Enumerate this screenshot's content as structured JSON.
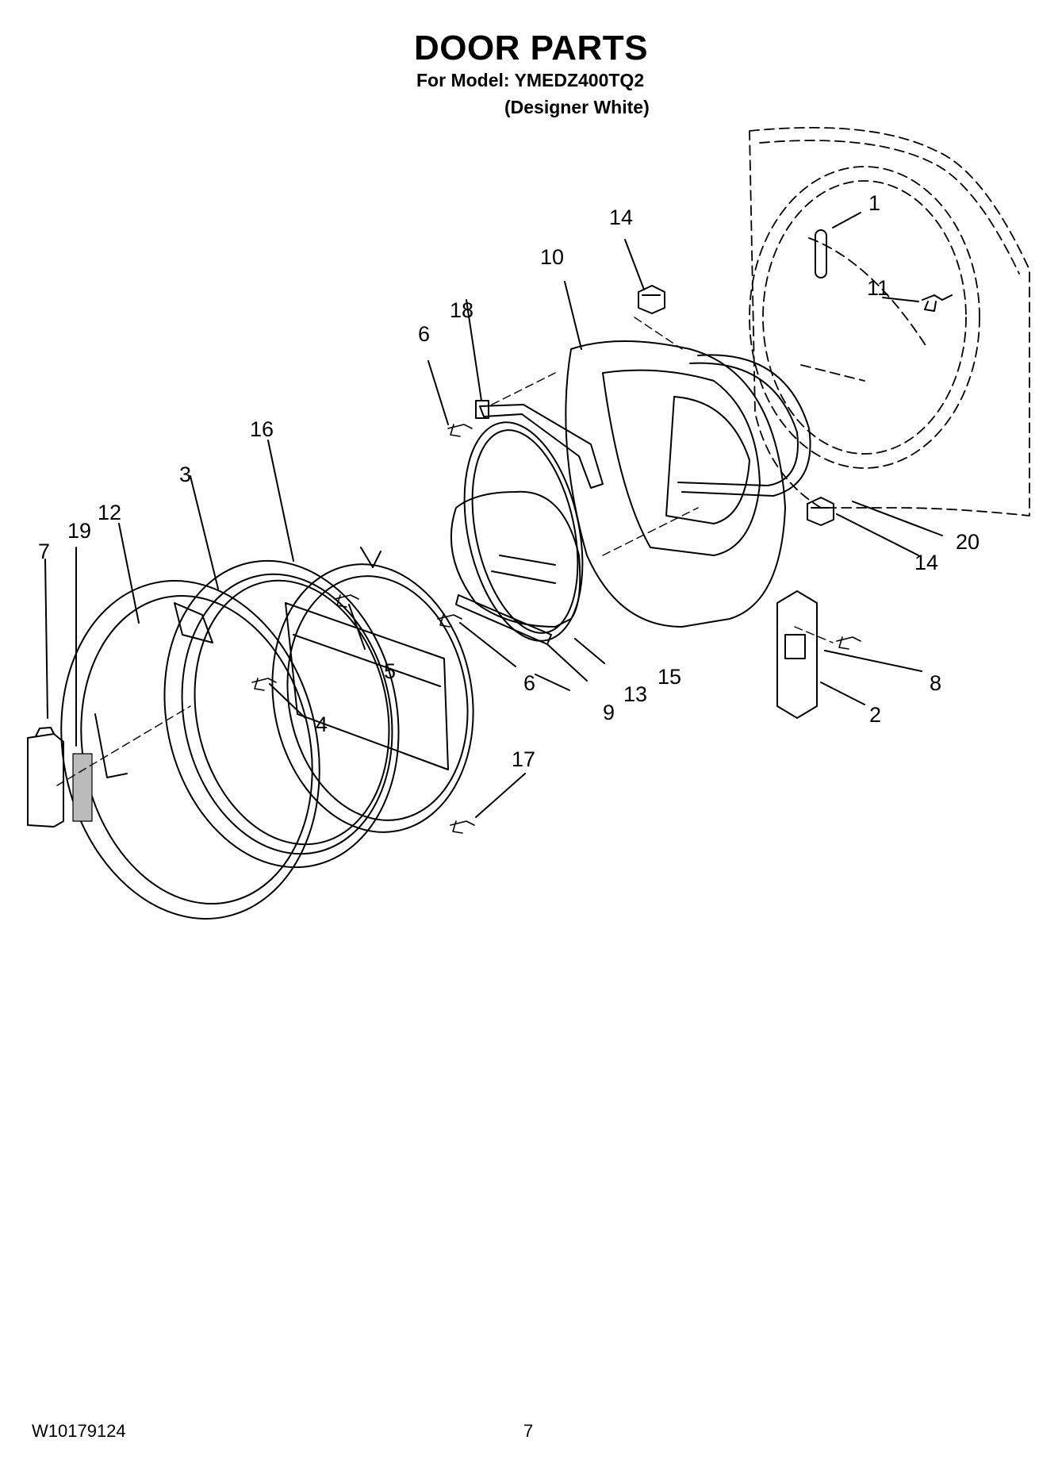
{
  "header": {
    "title": "DOOR PARTS",
    "model_line": "For Model: YMEDZ400TQ2",
    "color_line": "(Designer White)"
  },
  "callouts": [
    "1",
    "2",
    "3",
    "4",
    "5",
    "6",
    "6",
    "7",
    "8",
    "9",
    "10",
    "11",
    "12",
    "13",
    "14",
    "14",
    "15",
    "16",
    "17",
    "18",
    "19",
    "20"
  ],
  "footer": {
    "doc_number": "W10179124",
    "page_number": "7"
  }
}
